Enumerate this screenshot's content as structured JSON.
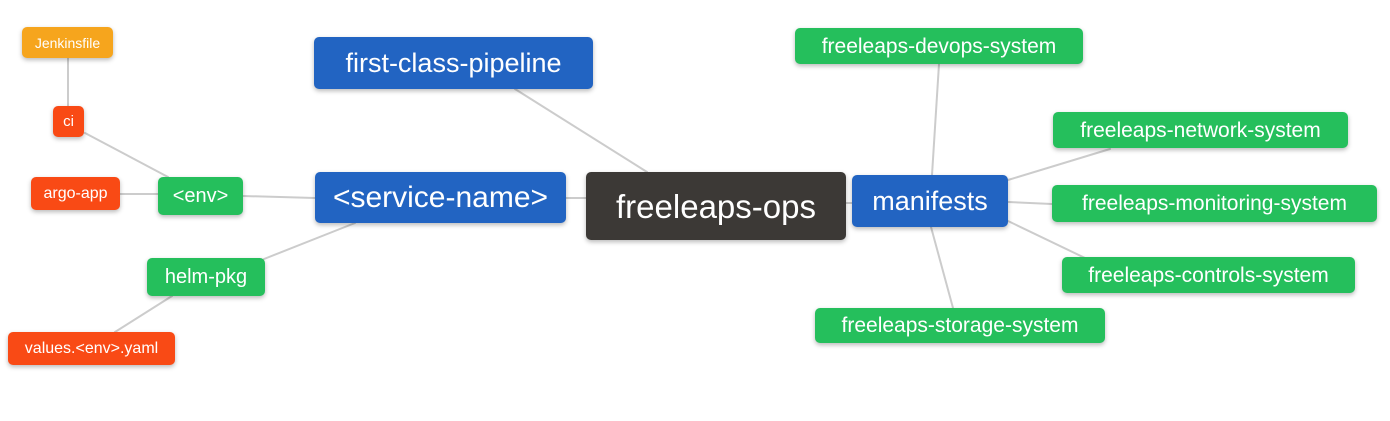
{
  "diagram": {
    "type": "mindmap",
    "root": "freeleaps-ops",
    "background": "#ffffff"
  },
  "colors": {
    "root_bg": "#3c3936",
    "branch_blue": "#2264c2",
    "node_green": "#25bf5c",
    "node_red": "#f94a15",
    "node_orange": "#f6a51d",
    "edge_line": "#cccccc",
    "node_text": "#ffffff"
  },
  "nodes": [
    {
      "id": "jenkinsfile",
      "label": "Jenkinsfile",
      "color": "orange",
      "level": 4
    },
    {
      "id": "ci",
      "label": "ci",
      "color": "red",
      "level": 3
    },
    {
      "id": "argo-app",
      "label": "argo-app",
      "color": "red",
      "level": 3
    },
    {
      "id": "env",
      "label": "<env>",
      "color": "green",
      "level": 2
    },
    {
      "id": "first-class-pipeline",
      "label": "first-class-pipeline",
      "color": "blue",
      "level": 1
    },
    {
      "id": "service-name",
      "label": "<service-name>",
      "color": "blue",
      "level": 1
    },
    {
      "id": "freeleaps-ops",
      "label": "freeleaps-ops",
      "color": "dark",
      "level": 0
    },
    {
      "id": "manifests",
      "label": "manifests",
      "color": "blue",
      "level": 1
    },
    {
      "id": "helm-pkg",
      "label": "helm-pkg",
      "color": "green",
      "level": 2
    },
    {
      "id": "values-env-yaml",
      "label": "values.<env>.yaml",
      "color": "red",
      "level": 3
    },
    {
      "id": "devops-system",
      "label": "freeleaps-devops-system",
      "color": "green",
      "level": 2
    },
    {
      "id": "network-system",
      "label": "freeleaps-network-system",
      "color": "green",
      "level": 2
    },
    {
      "id": "monitoring-system",
      "label": "freeleaps-monitoring-system",
      "color": "green",
      "level": 2
    },
    {
      "id": "controls-system",
      "label": "freeleaps-controls-system",
      "color": "green",
      "level": 2
    },
    {
      "id": "storage-system",
      "label": "freeleaps-storage-system",
      "color": "green",
      "level": 2
    }
  ],
  "edges": [
    {
      "from": "ci",
      "to": "jenkinsfile"
    },
    {
      "from": "env",
      "to": "ci"
    },
    {
      "from": "env",
      "to": "argo-app"
    },
    {
      "from": "service-name",
      "to": "env"
    },
    {
      "from": "service-name",
      "to": "helm-pkg"
    },
    {
      "from": "helm-pkg",
      "to": "values-env-yaml"
    },
    {
      "from": "freeleaps-ops",
      "to": "first-class-pipeline"
    },
    {
      "from": "freeleaps-ops",
      "to": "service-name"
    },
    {
      "from": "freeleaps-ops",
      "to": "manifests"
    },
    {
      "from": "manifests",
      "to": "devops-system"
    },
    {
      "from": "manifests",
      "to": "network-system"
    },
    {
      "from": "manifests",
      "to": "monitoring-system"
    },
    {
      "from": "manifests",
      "to": "controls-system"
    },
    {
      "from": "manifests",
      "to": "storage-system"
    }
  ]
}
